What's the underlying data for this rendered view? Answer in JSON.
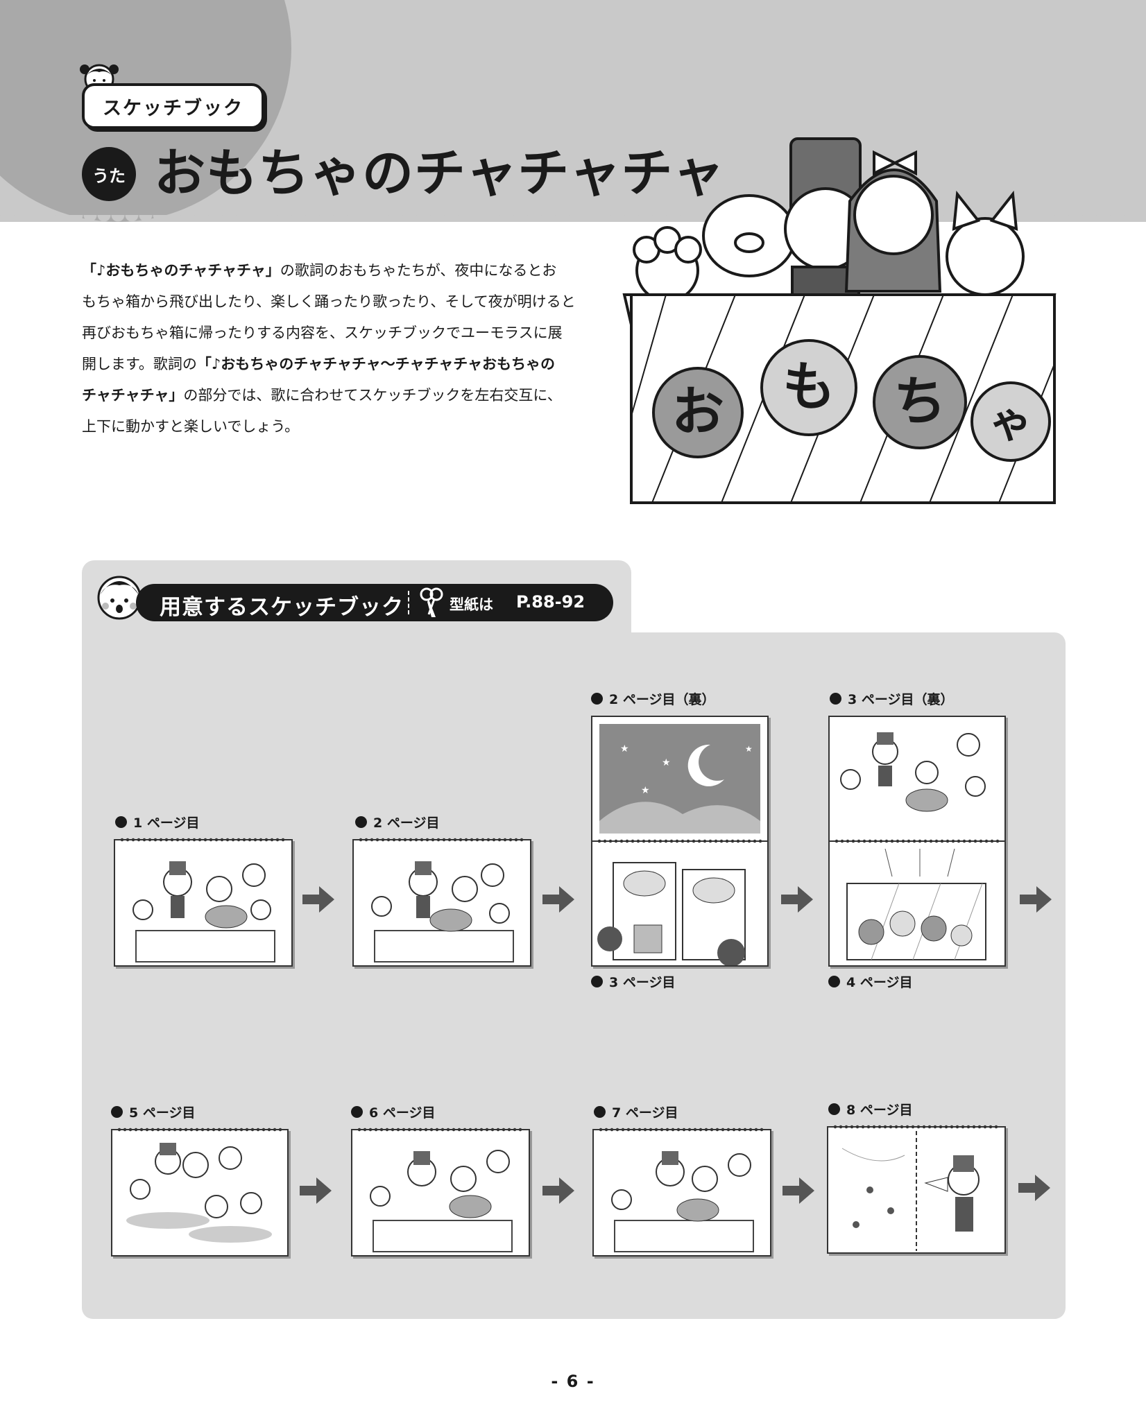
{
  "header": {
    "category": "スケッチブック",
    "badge": "うた",
    "title": "おもちゃのチャチャチャ"
  },
  "intro": {
    "p1": "「♪おもちゃのチャチャチャ」",
    "p2": "の歌詞のおもちゃたちが、夜中になるとお",
    "p3": "もちゃ箱から飛び出したり、楽しく踊ったり歌ったり、そして夜が明けると",
    "p4": "再びおもちゃ箱に帰ったりする内容を、スケッチブックでユーモラスに展",
    "p5": "開します。歌詞の",
    "p6": "「♪おもちゃのチャチャチャ〜チャチャチャおもちゃの",
    "p7": "チャチャチャ」",
    "p8": "の部分では、歌に合わせてスケッチブックを左右交互に、",
    "p9": "上下に動かすと楽しいでしょう。"
  },
  "toybox": {
    "letters": [
      "お",
      "も",
      "ち",
      "ゃ"
    ]
  },
  "section": {
    "title": "用意するスケッチブック",
    "pattern_label": "型紙は",
    "pattern_pages": "P.88-92"
  },
  "cards": {
    "page1": "1 ページ目",
    "page2": "2 ページ目",
    "page2_back": "2 ページ目（裏）",
    "page3": "3 ページ目",
    "page3_back": "3 ページ目（裏）",
    "page4": "4 ページ目",
    "page5": "5 ページ目",
    "page6": "6 ページ目",
    "page7": "7 ページ目",
    "page8": "8 ページ目"
  },
  "page_number": "- 6 -"
}
